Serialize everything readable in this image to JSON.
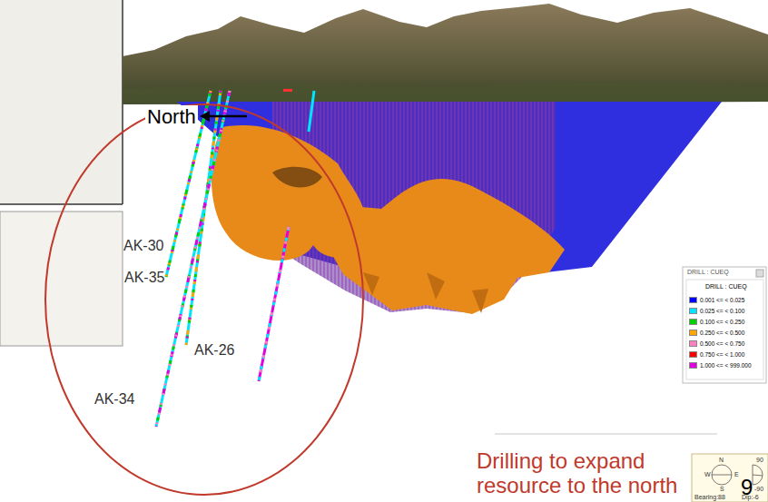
{
  "diagram": {
    "labels": [
      "North",
      "AK-30",
      "AK-35",
      "AK-26",
      "AK-34",
      "DRILL : CUEQ",
      "DRILL : CUEQ",
      "N",
      "W",
      "E",
      "S",
      "Bearing:88",
      "90",
      "-90",
      "Dip:-6",
      "Drilling to expand resource to the north",
      "9"
    ],
    "legend": [
      {
        "text": "0.001 <= < 0.025",
        "color": "#0000ff"
      },
      {
        "text": "0.025 <= < 0.100",
        "color": "#00e5ff"
      },
      {
        "text": "0.100 <= < 0.250",
        "color": "#00d200"
      },
      {
        "text": "0.250 <= < 0.500",
        "color": "#ffa500"
      },
      {
        "text": "0.500 <= < 0.750",
        "color": "#ff80c0"
      },
      {
        "text": "0.750 <= < 1.000",
        "color": "#ff0000"
      },
      {
        "text": "1.000 <= < 999.000",
        "color": "#e000e0"
      }
    ]
  }
}
